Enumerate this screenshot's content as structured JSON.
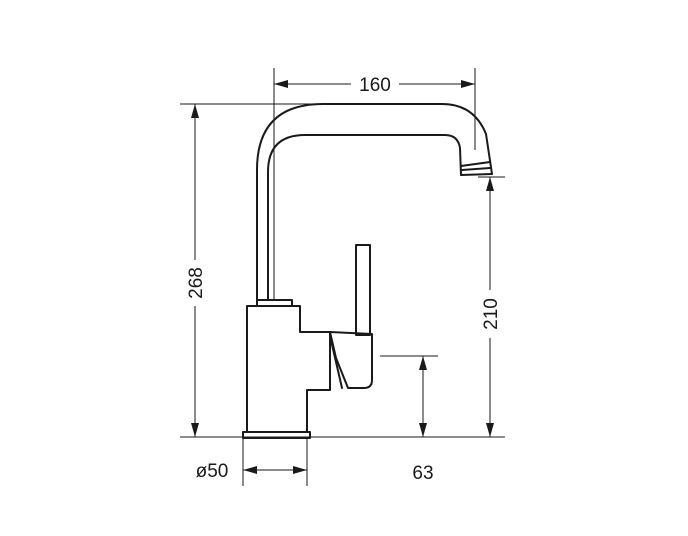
{
  "dimensions": {
    "width_top": "160",
    "height_total": "268",
    "height_spout": "210",
    "base_diameter": "ø50",
    "handle_offset": "63"
  }
}
